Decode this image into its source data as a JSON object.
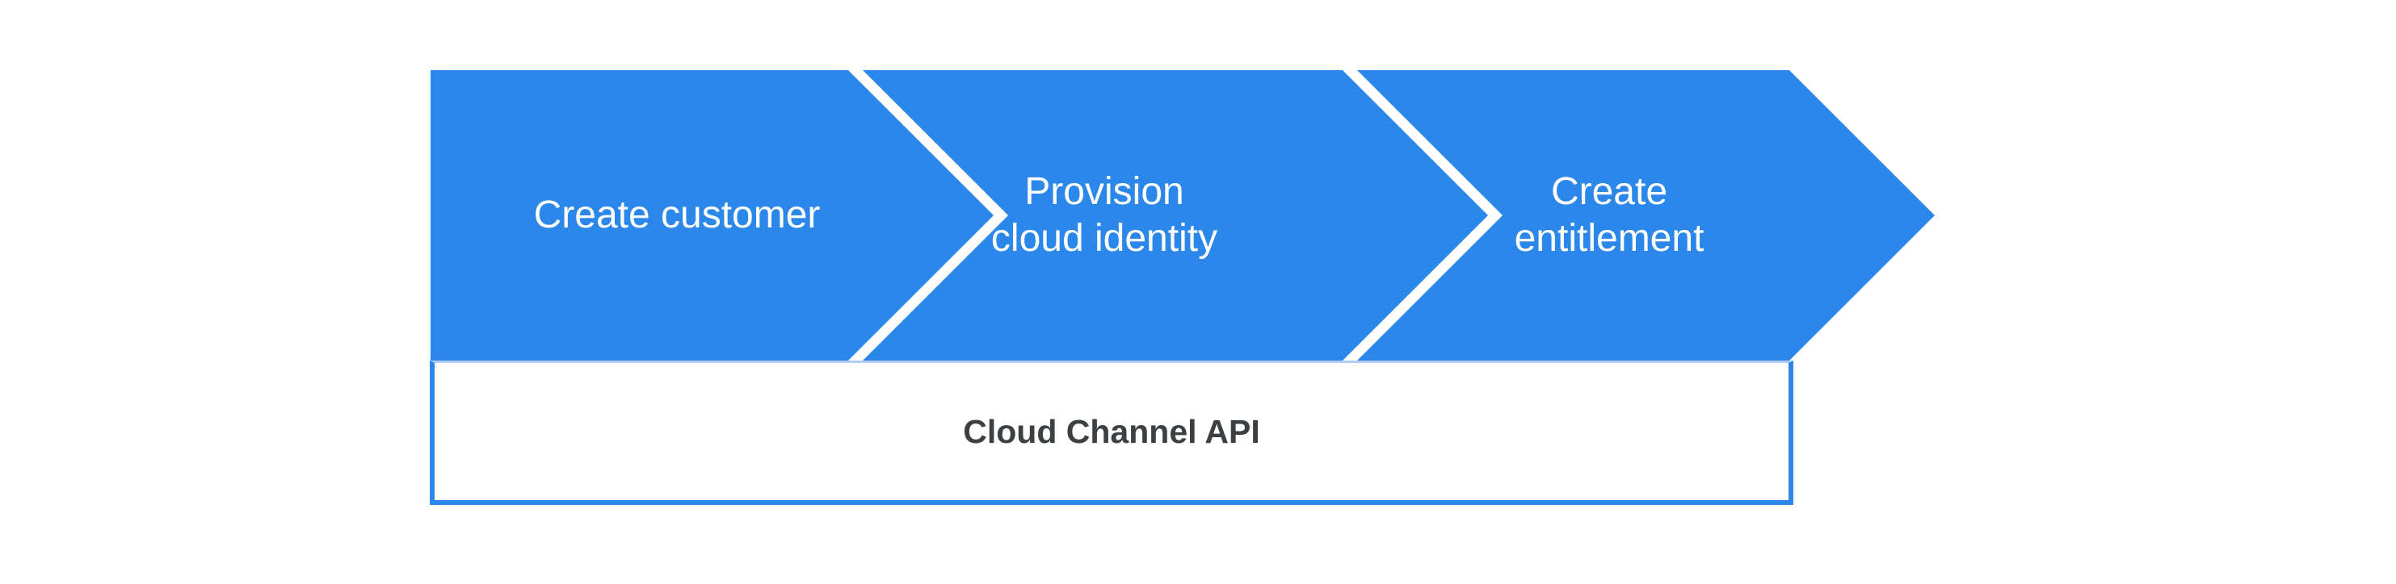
{
  "diagram": {
    "steps": [
      {
        "name": "create-customer",
        "lines": [
          "Create customer"
        ]
      },
      {
        "name": "provision-cloud-identity",
        "lines": [
          "Provision",
          "cloud identity"
        ]
      },
      {
        "name": "create-entitlement",
        "lines": [
          "Create",
          "entitlement"
        ]
      }
    ],
    "api_box": {
      "label": "Cloud Channel API"
    },
    "colors": {
      "chevron_fill": "#2b87ea",
      "chevron_text": "#ffffff",
      "api_box_border": "#2b87ea",
      "api_box_border_top": "#aecbfa",
      "api_box_background": "#ffffff",
      "api_box_text": "#3c4043",
      "page_background": "#ffffff"
    }
  }
}
